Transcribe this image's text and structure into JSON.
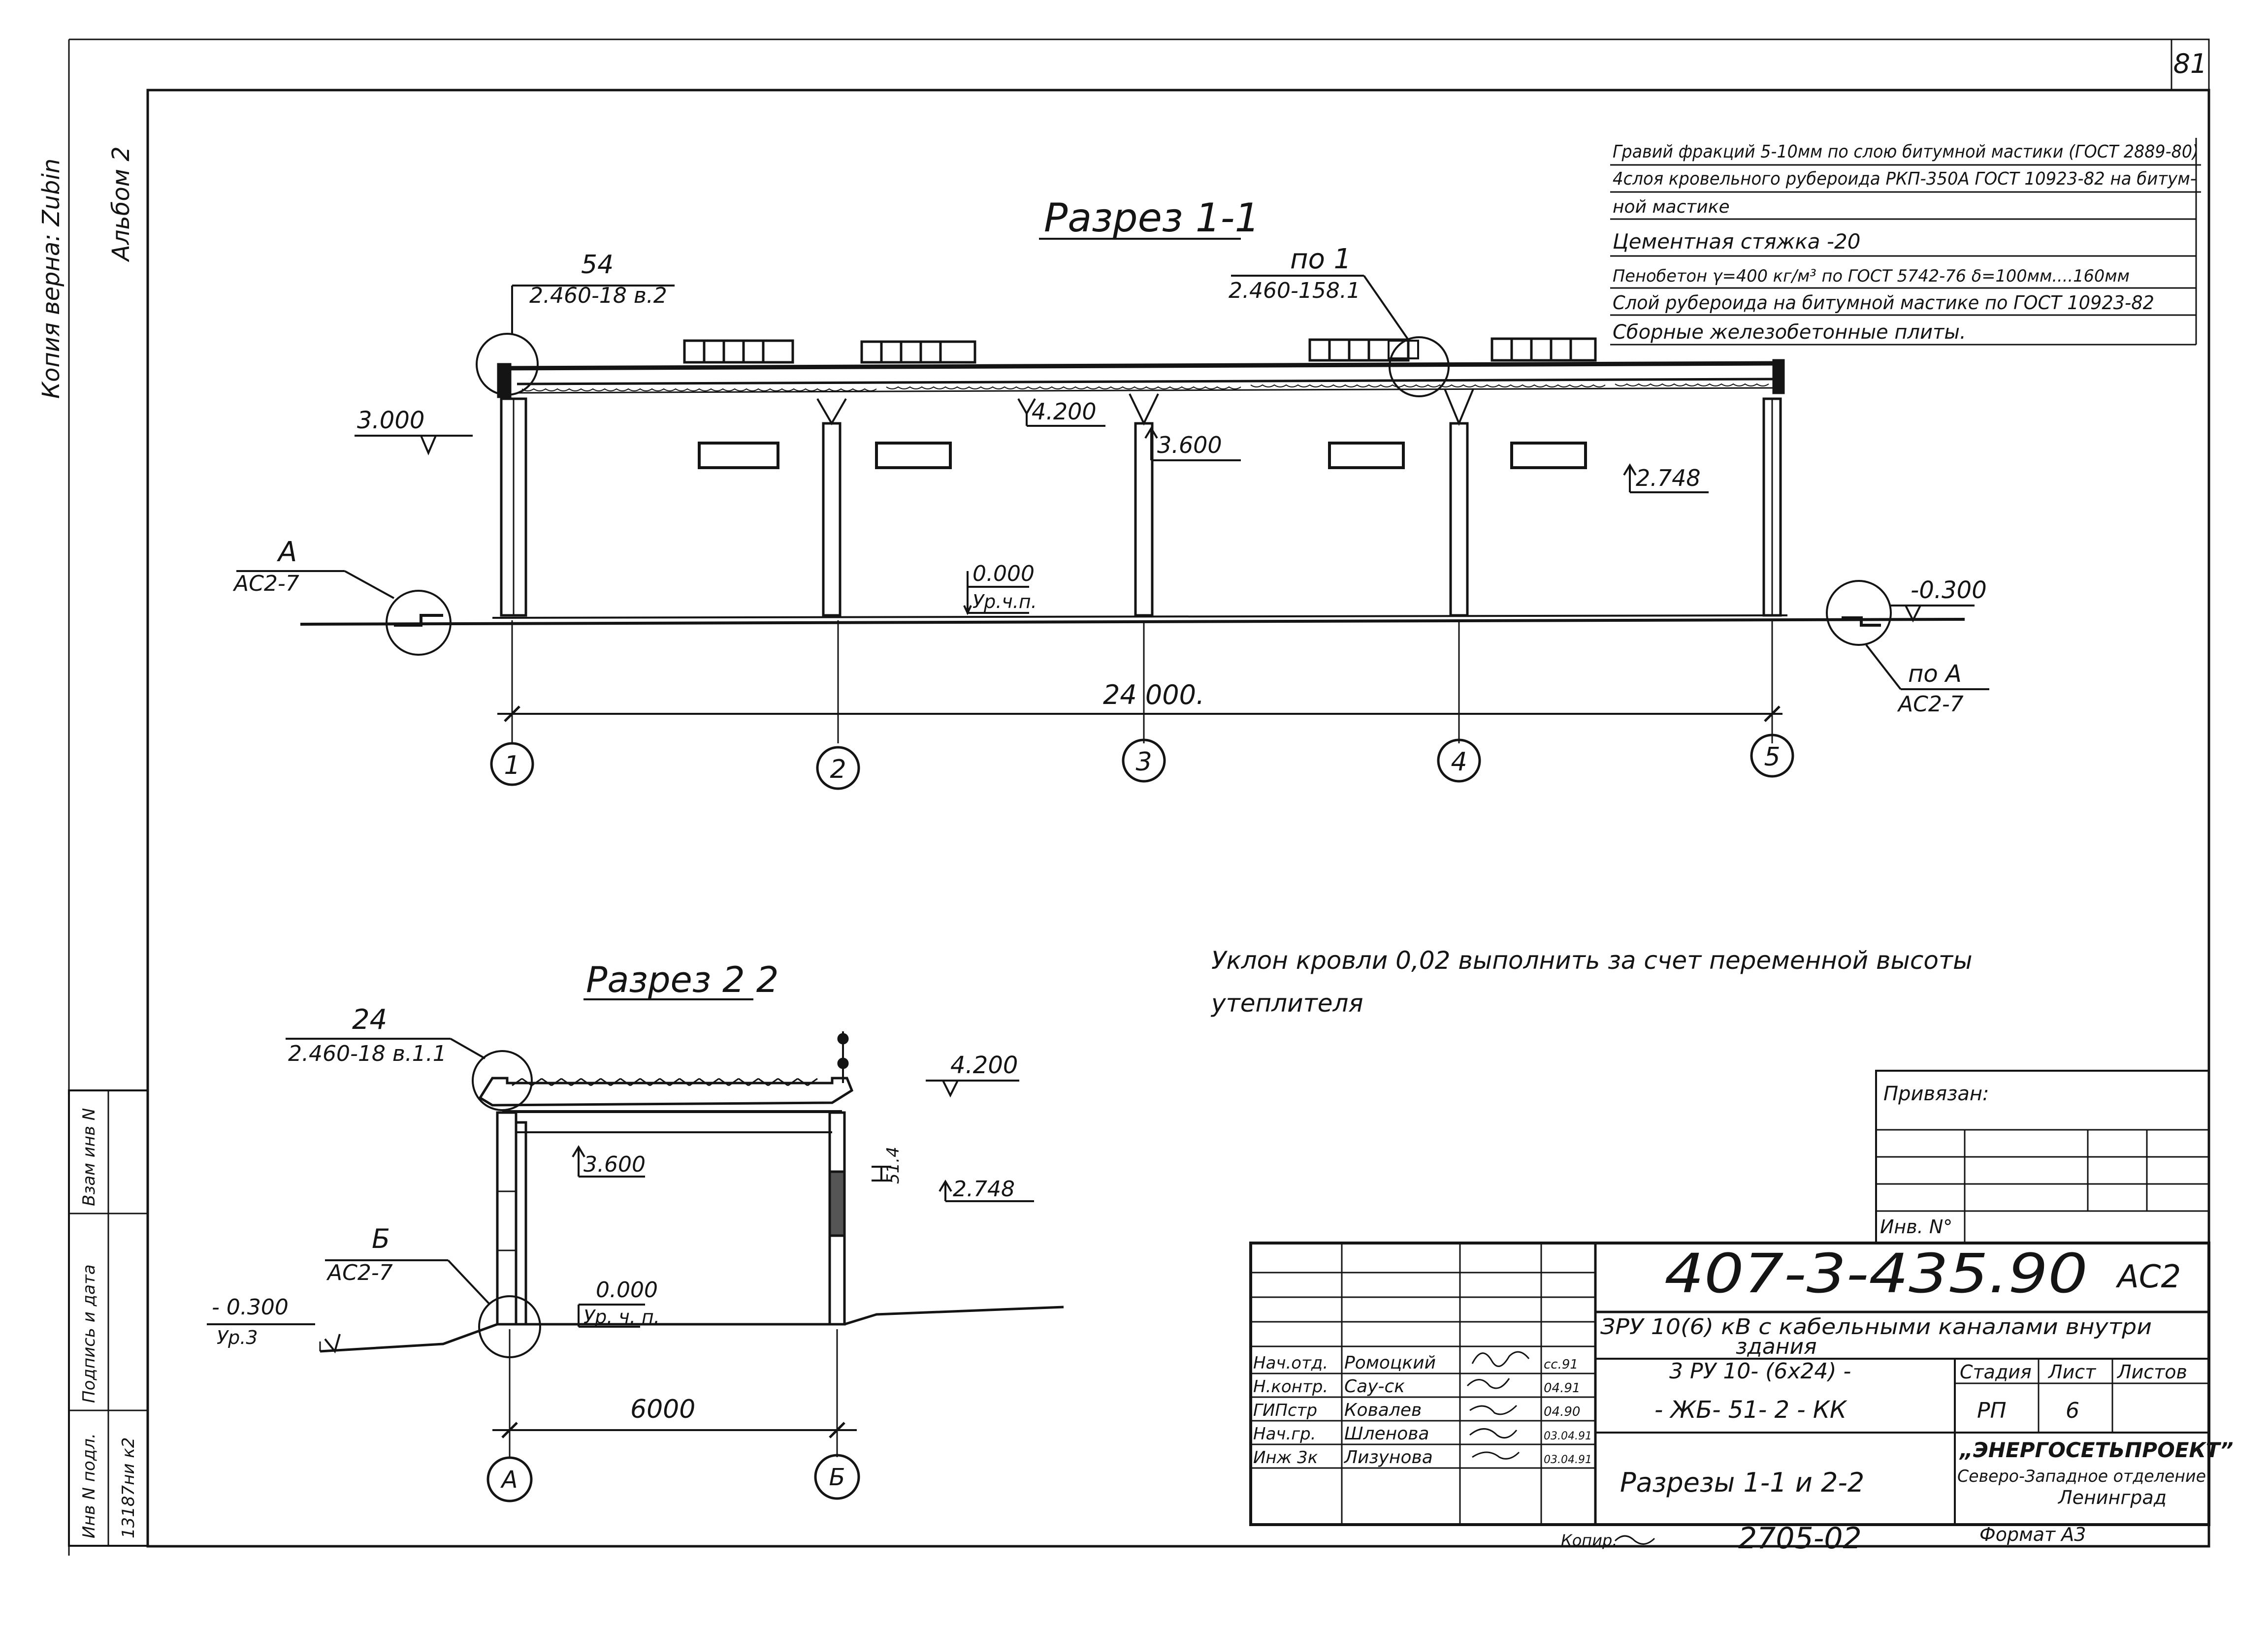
{
  "sheet": {
    "page_number": "81",
    "margin_side": [
      "Копия верна: Zubin",
      "Альбом 2"
    ],
    "stamp_labels": [
      "Взам инв N",
      "Подпись и дата",
      "Инв N подл.",
      "13187ни к2"
    ]
  },
  "section11": {
    "title": "Разрез 1-1",
    "callout_left": {
      "num": "54",
      "ref": "2.460-18 в.2"
    },
    "callout_right": {
      "num": "по 1",
      "ref": "2.460-158.1"
    },
    "marks": {
      "m3000": "3.000",
      "m4200": "4.200",
      "m3600": "3.600",
      "m2748": "2.748",
      "m0": "0.000",
      "m0sub": "Ур.ч.п.",
      "m300": "-0.300"
    },
    "node_left": {
      "letter": "А",
      "ref": "АС2-7"
    },
    "node_right": {
      "letter": "по А",
      "ref": "АС2-7"
    },
    "dimension": "24 000.",
    "axes": [
      "1",
      "2",
      "3",
      "4",
      "5"
    ]
  },
  "roof_layers": [
    "Гравий фракций 5-10мм по слою битумной мастики (ГОСТ 2889-80)",
    "4слоя кровельного рубероида РКП-350А ГОСТ 10923-82 на битум-",
    "ной мастике",
    "Цементная стяжка -20",
    "Пенобетон γ=400 кг/м³ по ГОСТ 5742-76 δ=100мм....160мм",
    "Слой рубероида на битумной мастике по ГОСТ 10923-82",
    "Сборные железобетонные плиты."
  ],
  "note": [
    "Уклон кровли 0,02  выполнить за счет переменной высоты",
    "утеплителя"
  ],
  "section22": {
    "title": "Разрез 2 2",
    "callout_top": {
      "num": "24",
      "ref": "2.460-18 в.1.1"
    },
    "marks": {
      "m4200": "4.200",
      "m3600": "3.600",
      "m2748": "2.748",
      "m0": "0.000",
      "m0sub": "Ур. ч. п.",
      "m300": "- 0.300",
      "m300sub": "Ур.3",
      "dim514": "51.4"
    },
    "node": {
      "letter": "Б",
      "ref": "АС2-7"
    },
    "dimension": "6000",
    "axes": [
      "А",
      "Б"
    ]
  },
  "binding_box": {
    "title": "Привязан:",
    "inv": "Инв. N°"
  },
  "title_block": {
    "code": "407-3-435.90",
    "suffix": "АС2",
    "description": [
      "ЗРУ 10(6) кВ с кабельными каналами внутри",
      "здания"
    ],
    "variant": [
      "3 РУ 10- (6х24) -",
      "- ЖБ- 51- 2 - КК"
    ],
    "sheet_title": "Разрезы 1-1 и 2-2",
    "stage_header": "Стадия",
    "sheet_header": "Лист",
    "sheets_header": "Листов",
    "stage": "РП",
    "sheet": "6",
    "sheets": "",
    "org": [
      "„ЭНЕРГОСЕТЬПРОЕКТ”",
      "Северо-Западное отделение",
      "Ленинград"
    ],
    "people": [
      {
        "role": "Нач.отд.",
        "name": "Ромоцкий",
        "date": "сс.91"
      },
      {
        "role": "Н.контр.",
        "name": "Сау-ск",
        "date": "04.91"
      },
      {
        "role": "ГИПстр",
        "name": "Ковалев",
        "date": "04.90"
      },
      {
        "role": "Нач.гр.",
        "name": "Шленова",
        "date": "03.04.91"
      },
      {
        "role": "Инж 3к",
        "name": "Лизунова",
        "date": "03.04.91"
      }
    ],
    "copied_by": "Копир.",
    "bottom_code": "2705-02",
    "format": "Формат А3"
  }
}
